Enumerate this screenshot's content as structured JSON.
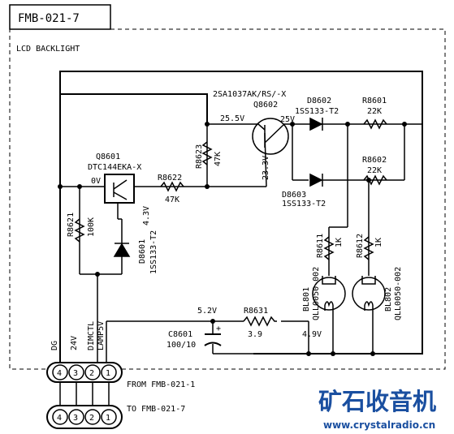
{
  "header": {
    "board_id": "FMB-021-7",
    "section": "LCD BACKLIGHT"
  },
  "components": {
    "q8602": {
      "part": "2SA1037AK/RS/-X",
      "ref": "Q8602"
    },
    "q8601": {
      "ref": "Q8601",
      "part": "DTC144EKA-X"
    },
    "r8623": {
      "ref": "R8623",
      "value": "47K"
    },
    "r8622": {
      "ref": "R8622",
      "value": "47K"
    },
    "r8621": {
      "ref": "R8621",
      "value": "100K"
    },
    "d8601": {
      "ref": "D8601",
      "part": "1SS133-T2"
    },
    "d8602": {
      "ref": "D8602",
      "part": "1SS133-T2"
    },
    "d8603": {
      "ref": "D8603",
      "part": "1SS133-T2"
    },
    "r8601": {
      "ref": "R8601",
      "value": "22K"
    },
    "r8602": {
      "ref": "R8602",
      "value": "22K"
    },
    "r8611": {
      "ref": "R8611",
      "value": "1K"
    },
    "r8612": {
      "ref": "R8612",
      "value": "1K"
    },
    "bl801": {
      "ref": "BL801",
      "part": "QLL0050-002"
    },
    "bl802": {
      "ref": "BL802",
      "part": "QLL0050-002"
    },
    "r8631": {
      "ref": "R8631",
      "value": "3.9"
    },
    "c8601": {
      "ref": "C8601",
      "value": "100/10",
      "polarity": "+"
    }
  },
  "voltages": {
    "v_25_5": "25.5V",
    "v_25": "25V",
    "v_23_3": "23.3V",
    "v_0": "0V",
    "v_4_3": "4.3V",
    "v_5_2": "5.2V",
    "v_4_9": "4.9V"
  },
  "signals": {
    "dg": "DG",
    "v24": "24V",
    "dimctl": "DIMCTL",
    "lamp5v": "LAMP5V"
  },
  "connectors": {
    "from": {
      "label": "FROM FMB-021-1",
      "pins": [
        "4",
        "3",
        "2",
        "1"
      ]
    },
    "to": {
      "label": "TO FMB-021-7",
      "pins": [
        "4",
        "3",
        "2",
        "1"
      ]
    }
  },
  "watermark": {
    "title": "矿石收音机",
    "url": "www.crystalradio.cn"
  },
  "colors": {
    "ink": "#000000",
    "watermark": "#1a4fa0"
  }
}
